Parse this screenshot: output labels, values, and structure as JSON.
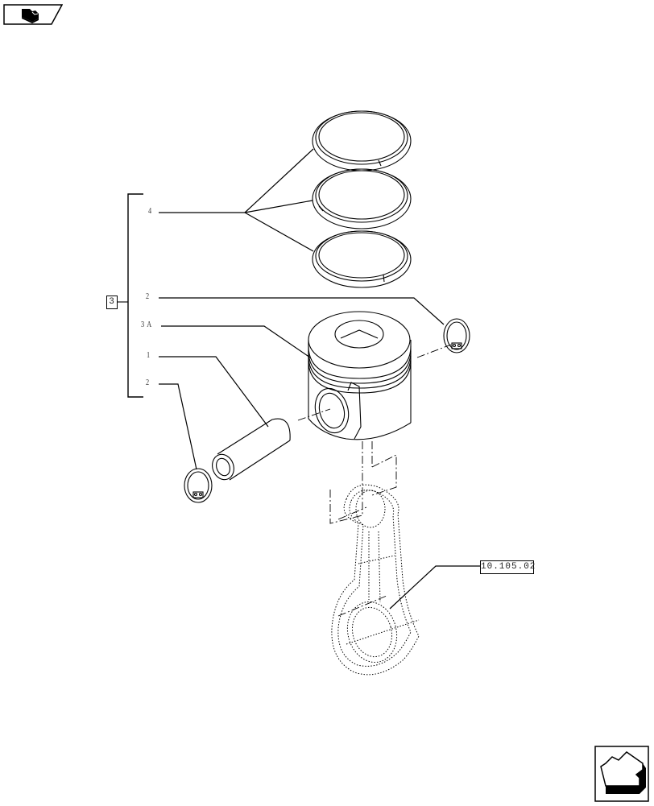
{
  "navigation": {
    "previous_button": {
      "icon": "book-with-arrow-icon"
    },
    "next_button": {
      "icon": "arrow-down-left-icon"
    }
  },
  "diagram": {
    "type": "exploded-parts-view",
    "group_label": "3",
    "callouts": [
      {
        "id": "callout-4",
        "label": "4",
        "part": "piston-rings"
      },
      {
        "id": "callout-2-top",
        "label": "2",
        "part": "snap-ring-right"
      },
      {
        "id": "callout-3a",
        "label": "3 A",
        "part": "piston"
      },
      {
        "id": "callout-1",
        "label": "1",
        "part": "piston-pin"
      },
      {
        "id": "callout-2-bottom",
        "label": "2",
        "part": "snap-ring-left"
      }
    ],
    "reference": {
      "label": "10.105.02",
      "part": "connecting-rod"
    }
  },
  "colors": {
    "line": "#000000",
    "label": "#333333",
    "background": "#ffffff"
  }
}
